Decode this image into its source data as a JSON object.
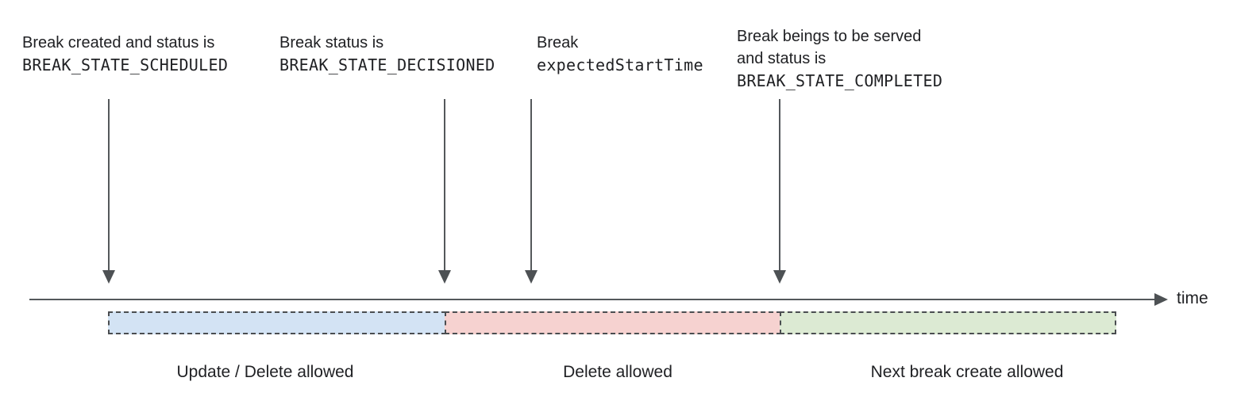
{
  "diagram": {
    "annotations": [
      {
        "line1": "Break created and status is",
        "line2": "BREAK_STATE_SCHEDULED"
      },
      {
        "line1": "Break status is",
        "line2": "BREAK_STATE_DECISIONED"
      },
      {
        "line1": "Break",
        "line2": "expectedStartTime"
      },
      {
        "line1": "Break beings to be served",
        "line2": "and status is",
        "line3": "BREAK_STATE_COMPLETED"
      }
    ],
    "timeline": {
      "label": "time"
    },
    "segments": [
      {
        "label": "Update / Delete allowed",
        "fill": "#d3e3f4"
      },
      {
        "label": "Delete allowed",
        "fill": "#f6d2d0"
      },
      {
        "label": "Next break create allowed",
        "fill": "#dcead3"
      }
    ],
    "colors": {
      "text": "#202124",
      "line": "#54585b",
      "segment_border": "#4a4d50"
    }
  }
}
